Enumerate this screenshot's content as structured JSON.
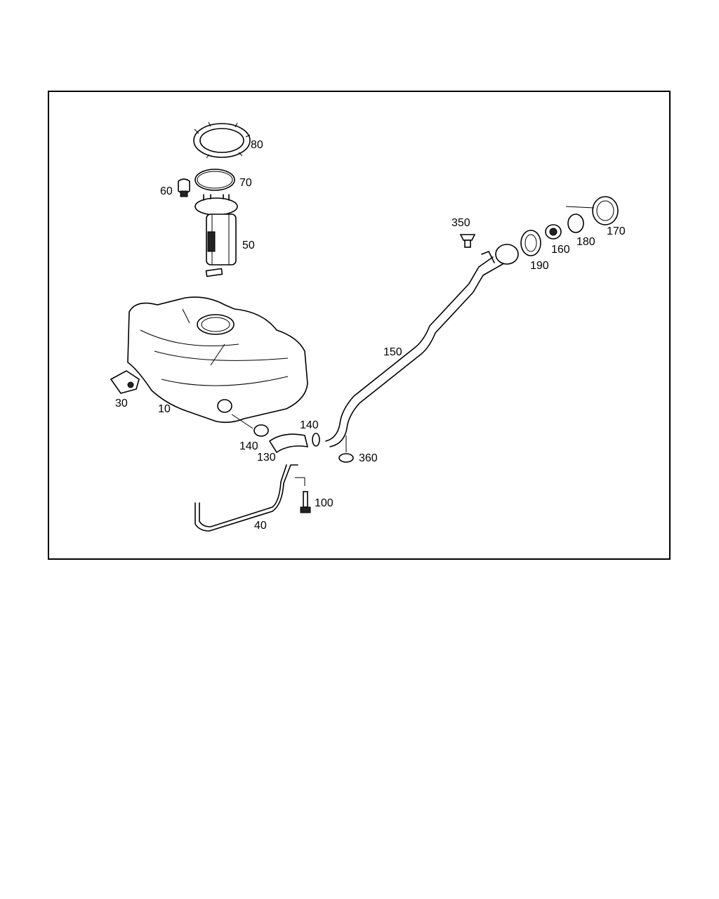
{
  "diagram": {
    "callouts": [
      {
        "id": "c80",
        "text": "80"
      },
      {
        "id": "c70",
        "text": "70"
      },
      {
        "id": "c60",
        "text": "60"
      },
      {
        "id": "c50",
        "text": "50"
      },
      {
        "id": "c350",
        "text": "350"
      },
      {
        "id": "c190",
        "text": "190"
      },
      {
        "id": "c160",
        "text": "160"
      },
      {
        "id": "c180",
        "text": "180"
      },
      {
        "id": "c170",
        "text": "170"
      },
      {
        "id": "c150",
        "text": "150"
      },
      {
        "id": "c30",
        "text": "30"
      },
      {
        "id": "c10",
        "text": "10"
      },
      {
        "id": "c140a",
        "text": "140"
      },
      {
        "id": "c140b",
        "text": "140"
      },
      {
        "id": "c130",
        "text": "130"
      },
      {
        "id": "c360",
        "text": "360"
      },
      {
        "id": "c100",
        "text": "100"
      },
      {
        "id": "c40",
        "text": "40"
      }
    ]
  }
}
